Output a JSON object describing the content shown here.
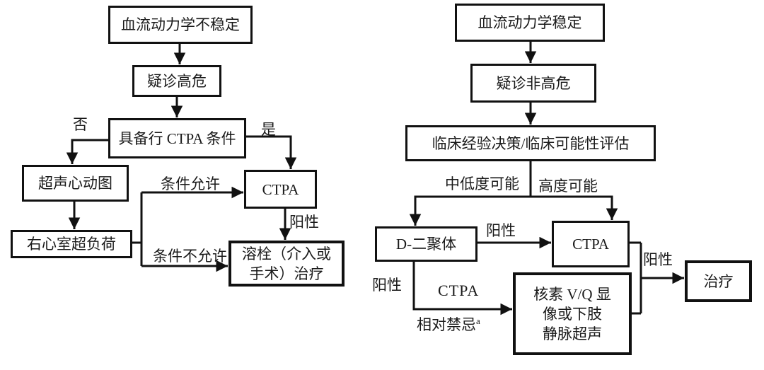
{
  "colors": {
    "ink": "#111111",
    "background": "#ffffff"
  },
  "left": {
    "nodes": {
      "unstable": "血流动力学不稳定",
      "suspect_high": "疑诊高危",
      "ctpa_condition": "具备行 CTPA 条件",
      "echo": "超声心动图",
      "rv_overload": "右心室超负荷",
      "ctpa": "CTPA",
      "thrombolysis_l1": "溶栓（介入或",
      "thrombolysis_l2": "手术）治疗"
    },
    "labels": {
      "no": "否",
      "yes": "是",
      "cond_allow": "条件允许",
      "cond_not_allow": "条件不允许",
      "positive": "阳性"
    }
  },
  "right": {
    "nodes": {
      "stable": "血流动力学稳定",
      "suspect_non_high": "疑诊非高危",
      "clinical": "临床经验决策/临床可能性评估",
      "ddimer": "D-二聚体",
      "ctpa": "CTPA",
      "vq_l1": "核素 V/Q 显",
      "vq_l2": "像或下肢",
      "vq_l3": "静脉超声",
      "treatment": "治疗"
    },
    "labels": {
      "mid_low": "中低度可能",
      "high": "高度可能",
      "positive_to_ctpa": "阳性",
      "positive_down": "阳性",
      "positive_to_treatment": "阳性",
      "ctpa": "CTPA",
      "contraindicated": "相对禁忌",
      "contraindicated_sup": "a"
    }
  }
}
